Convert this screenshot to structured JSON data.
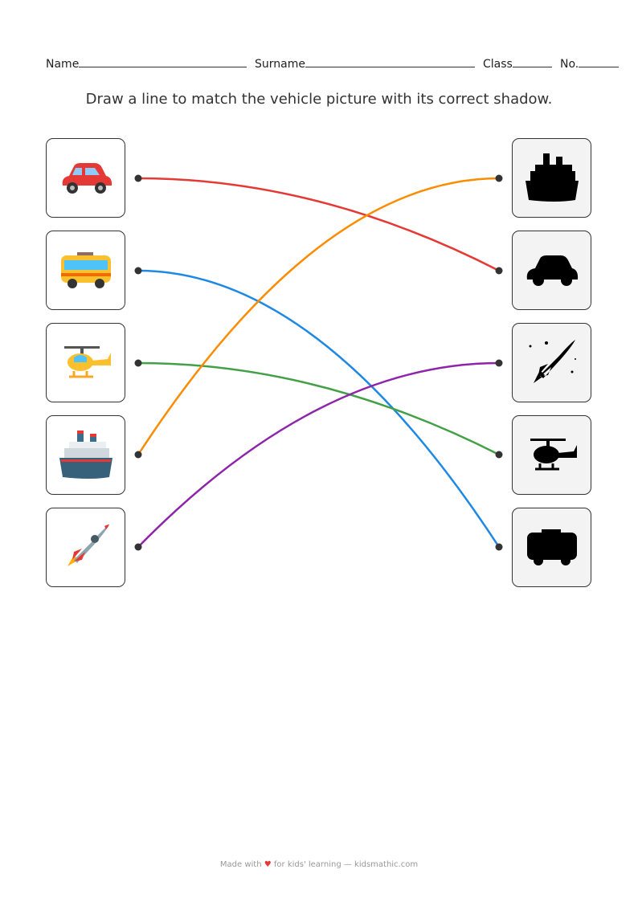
{
  "header": {
    "name_label": "Name",
    "surname_label": "Surname",
    "class_label": "Class",
    "no_label": "No."
  },
  "instruction": "Draw a line to match the vehicle picture with its correct shadow.",
  "left_items": [
    "car",
    "bus",
    "helicopter",
    "ship",
    "rocket"
  ],
  "right_shadows": [
    "ship",
    "car",
    "rocket",
    "helicopter",
    "bus"
  ],
  "matches": [
    {
      "from": 0,
      "to": 1,
      "color": "#e53935"
    },
    {
      "from": 1,
      "to": 4,
      "color": "#1e88e5"
    },
    {
      "from": 2,
      "to": 3,
      "color": "#43a047"
    },
    {
      "from": 3,
      "to": 0,
      "color": "#fb8c00"
    },
    {
      "from": 4,
      "to": 2,
      "color": "#8e24aa"
    }
  ],
  "footer": {
    "before": "Made with",
    "after": "for kids' learning — kidsmathic.com",
    "heart_color": "#e53935"
  }
}
